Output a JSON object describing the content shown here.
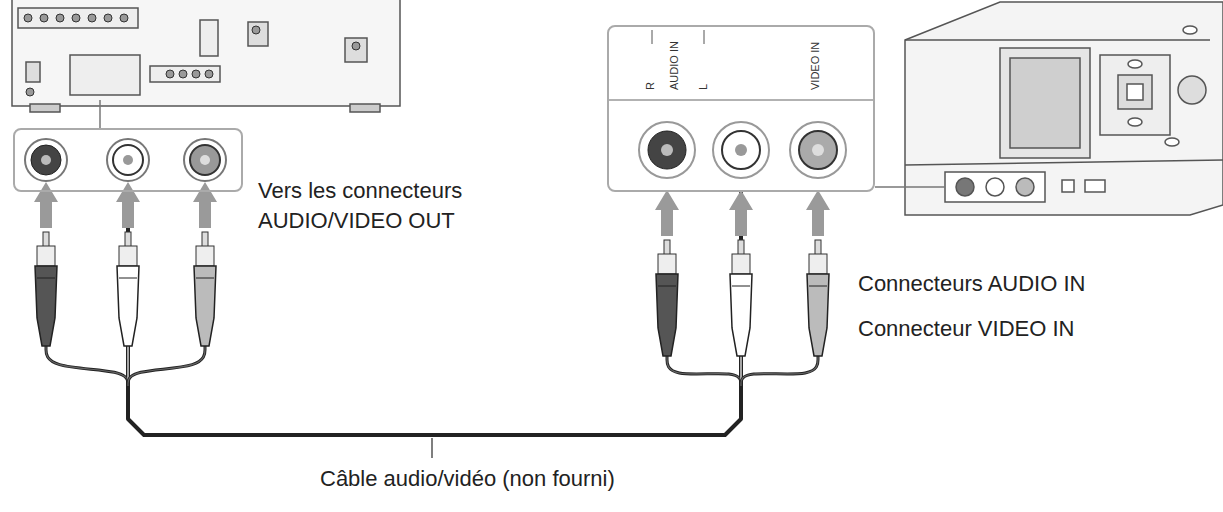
{
  "diagram": {
    "nodes": [
      {
        "text": [
          "Vers les connecteurs AUDIO/VIDEO OUT"
        ]
      },
      {
        "text": [
          "R",
          "AUDIO IN",
          "L",
          "VIDEO IN"
        ]
      }
    ],
    "edges": [
      {
        "from": 0,
        "to": 1,
        "arrow": "none",
        "label": "Câble audio/vidéo (non fourni)"
      }
    ],
    "labels": [
      "Connecteurs AUDIO IN",
      "Connecteur VIDEO IN"
    ]
  }
}
